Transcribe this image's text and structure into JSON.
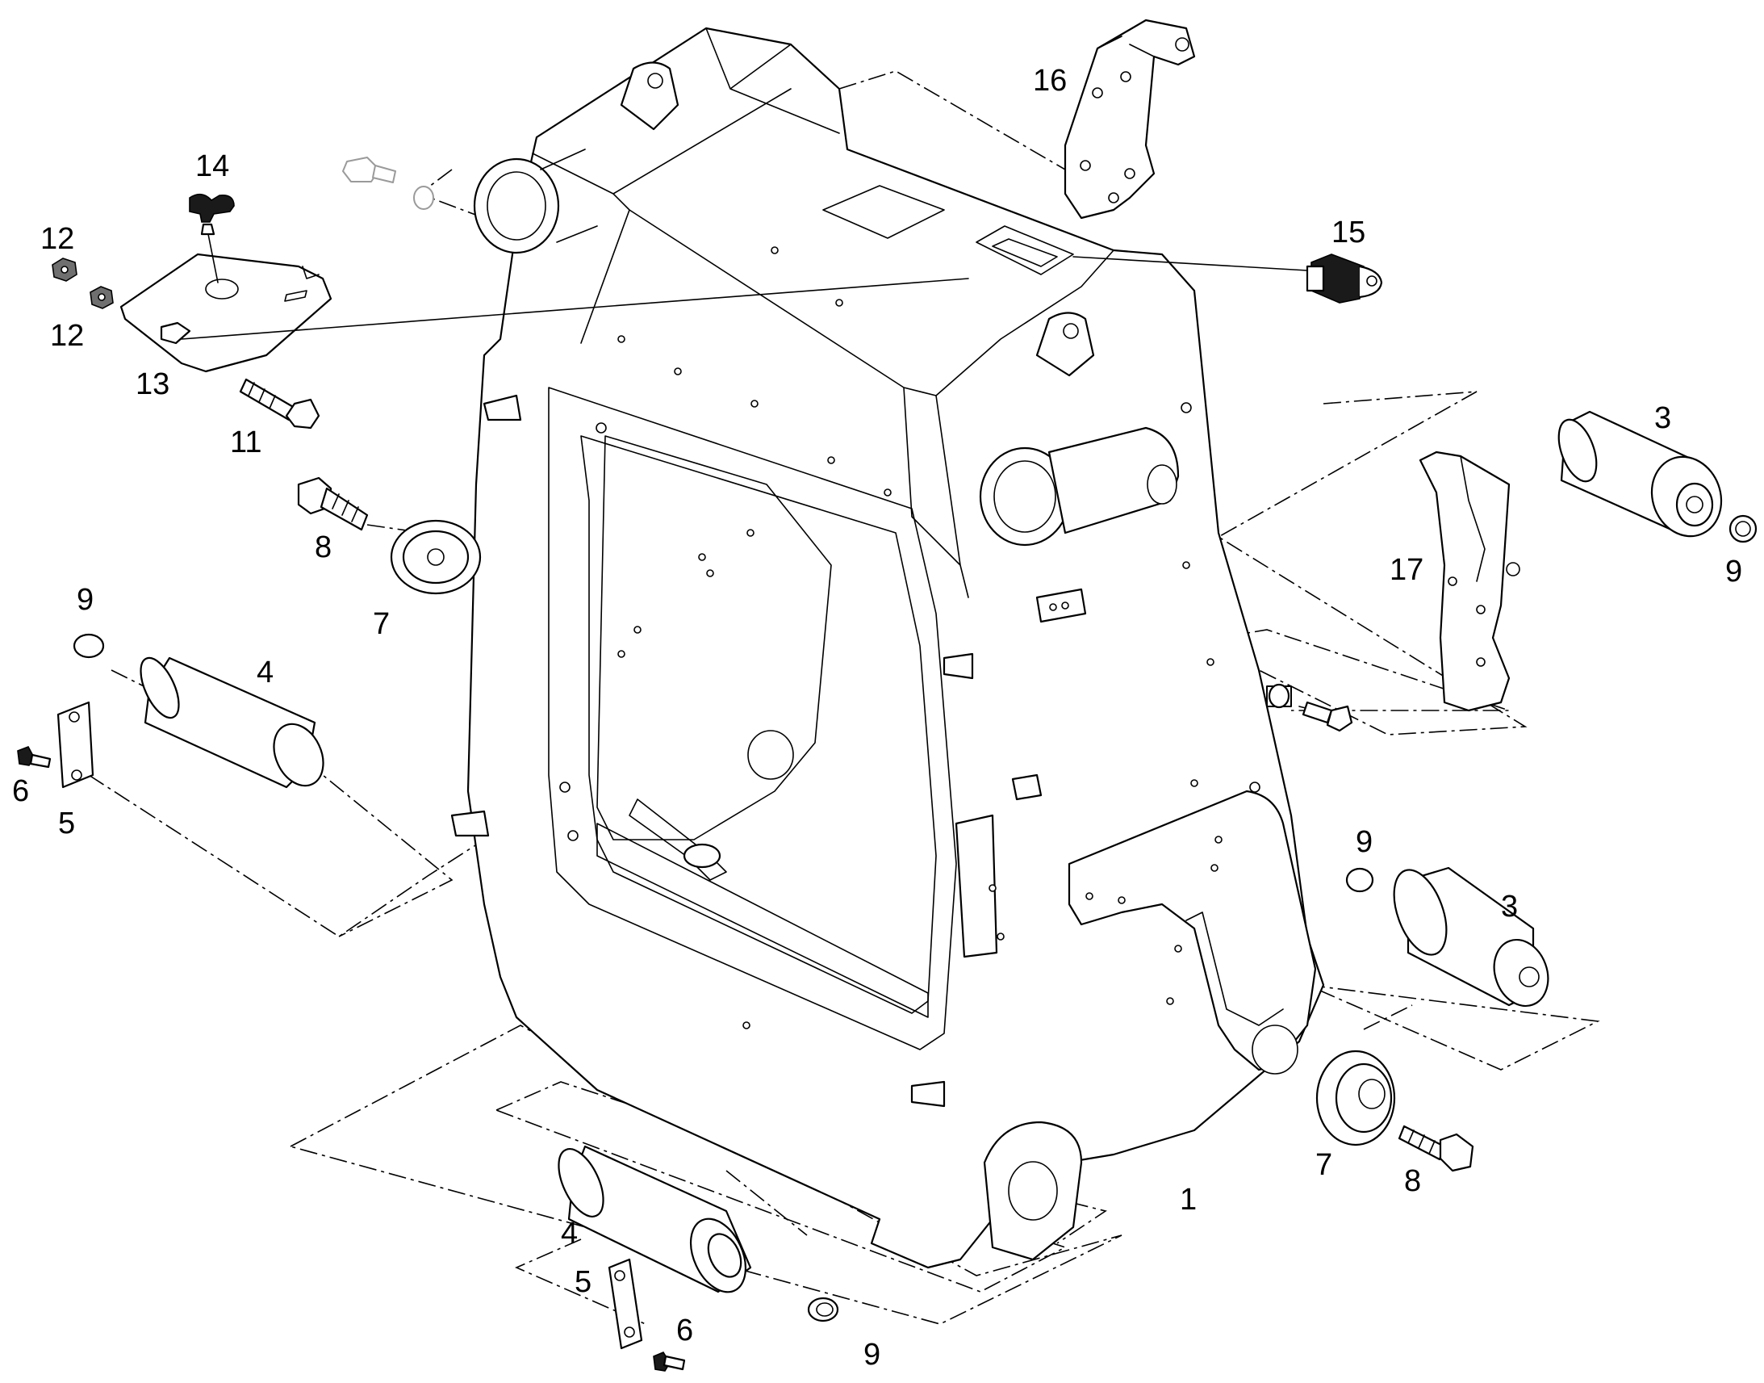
{
  "callouts": {
    "c1": "1",
    "c3a": "3",
    "c3b": "3",
    "c4a": "4",
    "c4b": "4",
    "c5a": "5",
    "c5b": "5",
    "c6a": "6",
    "c6b": "6",
    "c7a": "7",
    "c7b": "7",
    "c8a": "8",
    "c8b": "8",
    "c9a": "9",
    "c9b": "9",
    "c9c": "9",
    "c9d": "9",
    "c11": "11",
    "c12a": "12",
    "c12b": "12",
    "c13": "13",
    "c14": "14",
    "c15": "15",
    "c16": "16",
    "c17": "17"
  },
  "colors": {
    "line": "#000000",
    "background": "#ffffff",
    "ghost_part": "#9a9a9a"
  }
}
